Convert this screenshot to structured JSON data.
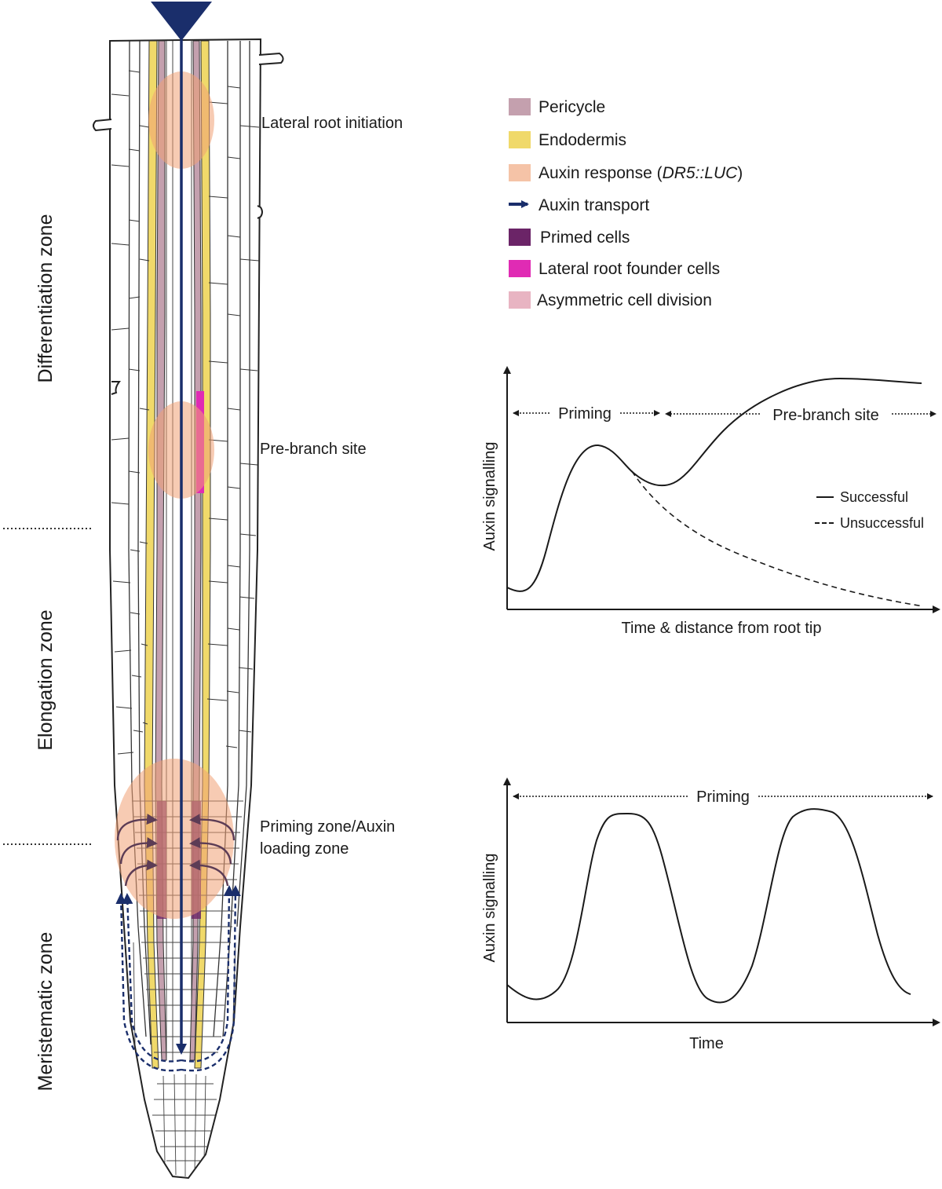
{
  "zones": {
    "differentiation": "Differentiation zone",
    "elongation": "Elongation zone",
    "meristematic": "Meristematic zone"
  },
  "callouts": {
    "lateral_root_initiation": "Lateral root initiation",
    "pre_branch_site": "Pre-branch site",
    "priming_line1": "Priming zone/Auxin",
    "priming_line2": "loading zone"
  },
  "legend": [
    {
      "label": "Pericycle",
      "color": "#c4a0ae",
      "shape": "square"
    },
    {
      "label": "Endodermis",
      "color": "#f0d96a",
      "shape": "square"
    },
    {
      "label_prefix": "Auxin response (",
      "label_italic": "DR5::LUC",
      "label_suffix": ")",
      "color": "#f5c3a7",
      "shape": "square"
    },
    {
      "label": "Auxin transport",
      "color": "#1a2e6b",
      "shape": "arrow"
    },
    {
      "label": "Primed cells",
      "color": "#6b2467",
      "shape": "square"
    },
    {
      "label": "Lateral root founder cells",
      "color": "#e02bb4",
      "shape": "square"
    },
    {
      "label": "Asymmetric cell division",
      "color": "#e8b4c2",
      "shape": "square"
    }
  ],
  "chart_data": [
    {
      "type": "line",
      "ylabel": "Auxin signalling",
      "xlabel": "Time & distance from root tip",
      "phases": [
        "Priming",
        "Pre-branch site"
      ],
      "series": [
        {
          "name": "Successful",
          "style": "solid"
        },
        {
          "name": "Unsuccessful",
          "style": "dashed"
        }
      ]
    },
    {
      "type": "line",
      "ylabel": "Auxin signalling",
      "xlabel": "Time",
      "phases": [
        "Priming"
      ],
      "series": [
        {
          "style": "solid"
        }
      ]
    }
  ],
  "colors": {
    "pericycle": "#c4a0ae",
    "endodermis": "#f0d96a",
    "auxin_response": "#f5c3a7",
    "auxin_transport": "#1a2e6b",
    "primed": "#6b2467",
    "founder": "#e02bb4",
    "asymmetric": "#e8b4c2"
  }
}
